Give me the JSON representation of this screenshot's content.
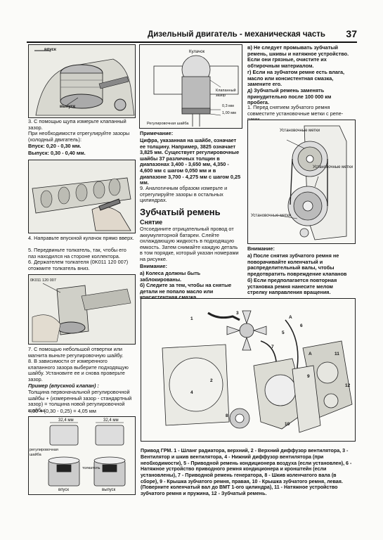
{
  "header": {
    "title": "Дизельный двигатель - механическая часть",
    "page_number": "37"
  },
  "fig1": {
    "label_top": "впуск",
    "label_bottom": "выпуск"
  },
  "left": {
    "p1": "3. С помощью щупа измерьте клапанный зазор.",
    "p2": "При необходимости отрегулируйте зазоры (холодный двигатель):",
    "intake": "Впуск: 0,20 - 0,30 мм.",
    "exhaust": "Выпуск: 0,30 - 0,40 мм.",
    "p4": "4. Направьте впускной кулачок прямо вверх.",
    "p5": "5. Передвиньте толкатель, так, чтобы его паз находился на стороне коллектора.",
    "p6": "6. Держателем толкателя (0K011 120 007) отожмите толкатель вниз.",
    "tool_label": "0K011 120 007",
    "p7": "7. С помощью небольшой отвертки или магнита выньте регулировочную шайбу.",
    "p8": "8. В зависимости от измеренного клапанного зазора выберите подходящую шайбу. Установите ее и снова проверьте зазор.",
    "example_head": "Пример (впускной клапан) :",
    "example_text": "Толщина первоначальной регулировочной шайбы + (измеренный зазор - стандартный зазор) = толщина новой регулировочной шайбы.",
    "formula": "4,00 + (0,30 - 0,25) = 4,05 мм",
    "fig_dim1": "32,4 мм",
    "fig_dim2": "32,4 мм",
    "fig_shim": "регулировочная шайба",
    "fig_tappet": "толкатель",
    "fig_intake": "впуск",
    "fig_exhaust": "выпуск"
  },
  "mid": {
    "fig_cam": "Кулачок",
    "fig_gap": "Клапанный зазор",
    "fig_shim": "Регулировочная шайба",
    "fig_d1": "0,3 мм",
    "fig_d2": "1,00 мм",
    "note_head": "Примечание:",
    "note_text": "Цифра, указанная на шайбе, означает ее толщину. Например, 3825 означает 3,825 мм. Существует регулировочные шайбы 37 различных толщин в диапазонах 3,400 - 3,650 мм, 4,350 - 4,600 мм с шагом 0,050 мм и в диапазоне 3,700 - 4,275 мм с шагом 0,25 мм.",
    "p9": "9. Аналогичным образом измерьте и отрегулируйте зазоры в остальных цилиндрах.",
    "section_title": "Зубчатый ремень",
    "subsection": "Снятие",
    "removal_text": "Отсоедините отрицательный провод от аккумуляторной батареи. Слейте охлаждающую жидкость в подходящую емкость. Затем снимайте каждую деталь в том порядке, который указан номерами на рисунке.",
    "attention_head": "Внимание:",
    "att_a": "а) Колеса должны быть заблокированы.",
    "att_b": "б) Следите за тем, чтобы на снятые детали не попало масло или консистентная смазка."
  },
  "right": {
    "att_c": "в) Не следует промывать зубчатый ремень, шкивы и натяжное устройство. Если они грязные, очистите их обтирочным материалом.",
    "att_d": "г) Если на зубчатом ремне есть влага, масло или консистентная смазка, замените его.",
    "att_e": "д) Зубчатый ремень заменять принудительно после 100 000 км пробега.",
    "p1": "1. Перед снятием зубчатого ремня совместите установочные метки с репе­рами.",
    "fig_marks1": "Установочные метки",
    "fig_marks2": "Установочные метки",
    "fig_marks3": "Установочные метки",
    "attention_head": "Внимание:",
    "att2_a": "а) После снятия зубчатого ремня не поворачивайте коленчатый и распределительный валы, чтобы предотвратить повреждение клапанов",
    "att2_b": "б) Если предполагается повторная установка ремня нанесите мелом стрелку направления вращения."
  },
  "big_fig": {
    "labels": [
      "1",
      "2",
      "3",
      "4",
      "5",
      "6",
      "7",
      "8",
      "9",
      "10",
      "11",
      "12",
      "A",
      "A"
    ]
  },
  "caption": {
    "text": "Привод ГРМ. 1 - Шланг радиатора, верхний, 2 - Верхний диффузор вентилятора, 3 - Вентилятор и шкив вентилятора, 4 - Нижний диффузор вентилятора (при необходимости), 5 - Приводной ремень кондиционера воздуха (если установлен), 6 - Натяжное устройство приводного ремня кондиционера и кронштейн (если установлены), 7 - Приводной ремень генератора, 8 - Шкив коленчатого вала (в сборе), 9 - Крышка зубчатого ремня, правая, 10 - Крышка зубчатого ремня, левая. (Поверните коленчатый вал до ВМТ 1-ого цилиндра), 11 - Натяжное устройство зубчатого ремня и пружина, 12 - Зубчатый ремень."
  }
}
